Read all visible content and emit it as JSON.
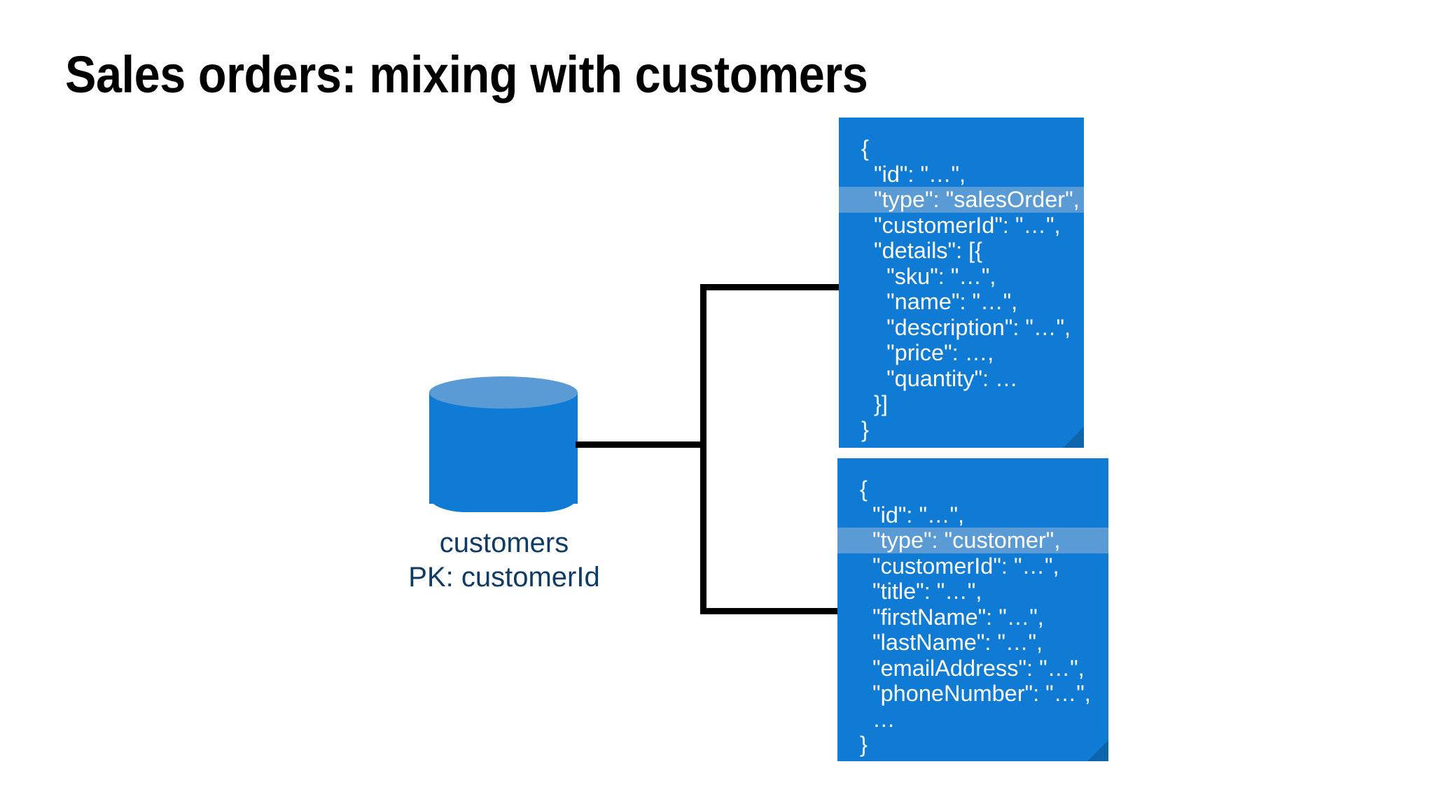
{
  "slide": {
    "title": "Sales orders: mixing with customers",
    "background_color": "#FFFFFF"
  },
  "colors": {
    "accent_blue": "#0F7BD4",
    "highlight_blue": "#5B9BD5",
    "fold_blue": "#0C65AD",
    "label_navy": "#103B66",
    "connector_black": "#000000"
  },
  "database_node": {
    "icon": "database-cylinder-icon",
    "name": "customers",
    "partition_key": "PK: customerId"
  },
  "connector": {
    "style": "bracket",
    "branches": 2
  },
  "cards": [
    {
      "id": "sales-order",
      "highlight_line_index": 2,
      "lines": [
        "{",
        "  \"id\": \"…\",",
        "  \"type\": \"salesOrder\",",
        "  \"customerId\": \"…\",",
        "  \"details\": [{",
        "    \"sku\": \"…\",",
        "    \"name\": \"…\",",
        "    \"description\": \"…\",",
        "    \"price\": …,",
        "    \"quantity\": …",
        "  }]",
        "}"
      ]
    },
    {
      "id": "customer",
      "highlight_line_index": 2,
      "lines": [
        "{",
        "  \"id\": \"…\",",
        "  \"type\": \"customer\",",
        "  \"customerId\": \"…\",",
        "  \"title\": \"…\",",
        "  \"firstName\": \"…\",",
        "  \"lastName\": \"…\",",
        "  \"emailAddress\": \"…\",",
        "  \"phoneNumber\": \"…\",",
        "  …",
        "}"
      ]
    }
  ]
}
